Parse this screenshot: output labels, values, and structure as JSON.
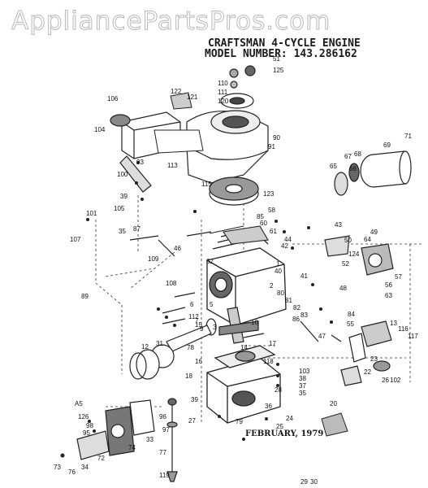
{
  "watermark": "AppliancePartsPros.com",
  "header": {
    "title": "CRAFTSMAN 4-CYCLE ENGINE",
    "model_line": "MODEL NUMBER:  143.286162",
    "date": "FEBRUARY, 1979"
  },
  "part_numbers": [
    "51",
    "125",
    "110",
    "111",
    "120",
    "122",
    "121",
    "106",
    "104",
    "90",
    "91",
    "113",
    "71",
    "69",
    "68",
    "67",
    "65",
    "66",
    "93",
    "100",
    "39",
    "115",
    "123",
    "101",
    "105",
    "107",
    "35",
    "87",
    "58",
    "85",
    "60",
    "61",
    "44",
    "42",
    "43",
    "50",
    "49",
    "64",
    "124",
    "52",
    "57",
    "56",
    "63",
    "62",
    "1",
    "40",
    "41",
    "46",
    "109",
    "108",
    "89",
    "112",
    "6",
    "7",
    "5",
    "3",
    "9",
    "2",
    "80",
    "81",
    "82",
    "83",
    "84",
    "55",
    "48",
    "47",
    "86",
    "31",
    "16",
    "17",
    "10",
    "12",
    "15",
    "18",
    "14",
    "13",
    "116",
    "117",
    "118",
    "23",
    "22",
    "26",
    "102",
    "103",
    "38",
    "37",
    "35",
    "36",
    "24",
    "25",
    "20",
    "A5",
    "126",
    "96",
    "97",
    "98",
    "95",
    "34",
    "33",
    "74",
    "72",
    "73",
    "76",
    "119",
    "77",
    "78",
    "79",
    "39",
    "27",
    "28",
    "29",
    "30"
  ]
}
